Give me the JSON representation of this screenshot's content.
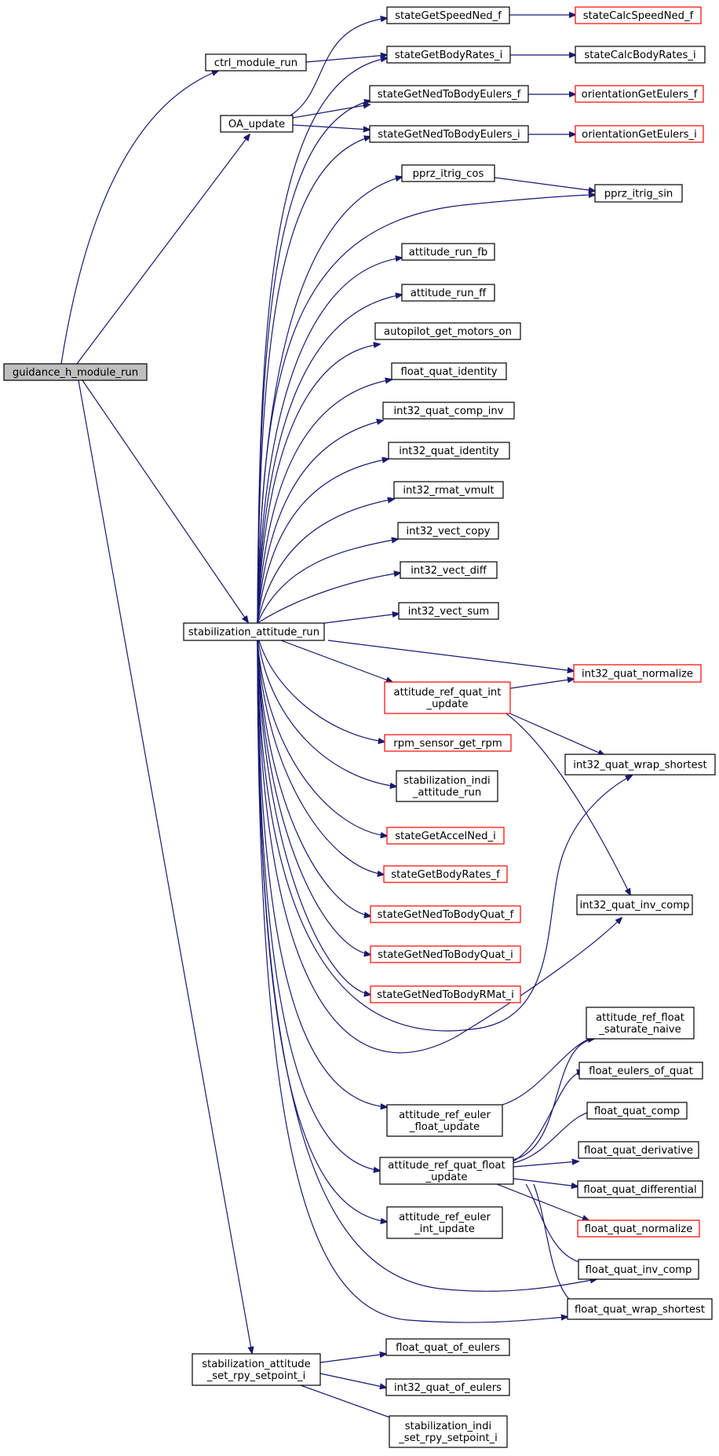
{
  "colors": {
    "edge": "#191970",
    "border_normal": "#000000",
    "border_truncated": "#ff0000",
    "root_fill": "#bfbfbf",
    "node_fill": "#ffffff"
  },
  "nodes": [
    {
      "id": "root",
      "lines": [
        "guidance_h_module_run"
      ],
      "kind": "root"
    },
    {
      "id": "ctrl",
      "lines": [
        "ctrl_module_run"
      ],
      "kind": "normal"
    },
    {
      "id": "oa",
      "lines": [
        "OA_update"
      ],
      "kind": "normal"
    },
    {
      "id": "sar",
      "lines": [
        "stabilization_attitude_run"
      ],
      "kind": "normal"
    },
    {
      "id": "sasrs",
      "lines": [
        "stabilization_attitude",
        "_set_rpy_setpoint_i"
      ],
      "kind": "normal"
    },
    {
      "id": "gsn",
      "lines": [
        "stateGetSpeedNed_f"
      ],
      "kind": "normal"
    },
    {
      "id": "gbri",
      "lines": [
        "stateGetBodyRates_i"
      ],
      "kind": "normal"
    },
    {
      "id": "gnbef",
      "lines": [
        "stateGetNedToBodyEulers_f"
      ],
      "kind": "normal"
    },
    {
      "id": "gnbei",
      "lines": [
        "stateGetNedToBodyEulers_i"
      ],
      "kind": "normal"
    },
    {
      "id": "icos",
      "lines": [
        "pprz_itrig_cos"
      ],
      "kind": "normal"
    },
    {
      "id": "isin",
      "lines": [
        "pprz_itrig_sin"
      ],
      "kind": "normal"
    },
    {
      "id": "arfb",
      "lines": [
        "attitude_run_fb"
      ],
      "kind": "normal"
    },
    {
      "id": "arff",
      "lines": [
        "attitude_run_ff"
      ],
      "kind": "normal"
    },
    {
      "id": "agmo",
      "lines": [
        "autopilot_get_motors_on"
      ],
      "kind": "normal"
    },
    {
      "id": "fqid",
      "lines": [
        "float_quat_identity"
      ],
      "kind": "normal"
    },
    {
      "id": "iqci",
      "lines": [
        "int32_quat_comp_inv"
      ],
      "kind": "normal"
    },
    {
      "id": "iqid",
      "lines": [
        "int32_quat_identity"
      ],
      "kind": "normal"
    },
    {
      "id": "irvm",
      "lines": [
        "int32_rmat_vmult"
      ],
      "kind": "normal"
    },
    {
      "id": "ivc",
      "lines": [
        "int32_vect_copy"
      ],
      "kind": "normal"
    },
    {
      "id": "ivd",
      "lines": [
        "int32_vect_diff"
      ],
      "kind": "normal"
    },
    {
      "id": "ivs",
      "lines": [
        "int32_vect_sum"
      ],
      "kind": "normal"
    },
    {
      "id": "iqn",
      "lines": [
        "int32_quat_normalize"
      ],
      "kind": "truncated"
    },
    {
      "id": "arqi",
      "lines": [
        "attitude_ref_quat_int",
        "_update"
      ],
      "kind": "truncated"
    },
    {
      "id": "rpm",
      "lines": [
        "rpm_sensor_get_rpm"
      ],
      "kind": "truncated"
    },
    {
      "id": "sindi",
      "lines": [
        "stabilization_indi",
        "_attitude_run"
      ],
      "kind": "normal"
    },
    {
      "id": "gani",
      "lines": [
        "stateGetAccelNed_i"
      ],
      "kind": "truncated"
    },
    {
      "id": "gbrf",
      "lines": [
        "stateGetBodyRates_f"
      ],
      "kind": "truncated"
    },
    {
      "id": "gnbqf",
      "lines": [
        "stateGetNedToBodyQuat_f"
      ],
      "kind": "truncated"
    },
    {
      "id": "gnbqi",
      "lines": [
        "stateGetNedToBodyQuat_i"
      ],
      "kind": "truncated"
    },
    {
      "id": "gnbri",
      "lines": [
        "stateGetNedToBodyRMat_i"
      ],
      "kind": "truncated"
    },
    {
      "id": "aref",
      "lines": [
        "attitude_ref_euler",
        "_float_update"
      ],
      "kind": "normal"
    },
    {
      "id": "arqf",
      "lines": [
        "attitude_ref_quat_float",
        "_update"
      ],
      "kind": "normal"
    },
    {
      "id": "arei",
      "lines": [
        "attitude_ref_euler",
        "_int_update"
      ],
      "kind": "normal"
    },
    {
      "id": "fqoe",
      "lines": [
        "float_quat_of_eulers"
      ],
      "kind": "normal"
    },
    {
      "id": "iqoe",
      "lines": [
        "int32_quat_of_eulers"
      ],
      "kind": "normal"
    },
    {
      "id": "sindis",
      "lines": [
        "stabilization_indi",
        "_set_rpy_setpoint_i"
      ],
      "kind": "normal"
    },
    {
      "id": "csn",
      "lines": [
        "stateCalcSpeedNed_f"
      ],
      "kind": "truncated"
    },
    {
      "id": "cbri",
      "lines": [
        "stateCalcBodyRates_i"
      ],
      "kind": "normal"
    },
    {
      "id": "oef",
      "lines": [
        "orientationGetEulers_f"
      ],
      "kind": "truncated"
    },
    {
      "id": "oei",
      "lines": [
        "orientationGetEulers_i"
      ],
      "kind": "truncated"
    },
    {
      "id": "iqws",
      "lines": [
        "int32_quat_wrap_shortest"
      ],
      "kind": "normal"
    },
    {
      "id": "iqic",
      "lines": [
        "int32_quat_inv_comp"
      ],
      "kind": "normal"
    },
    {
      "id": "arfs",
      "lines": [
        "attitude_ref_float",
        "_saturate_naive"
      ],
      "kind": "normal"
    },
    {
      "id": "feoq",
      "lines": [
        "float_eulers_of_quat"
      ],
      "kind": "normal"
    },
    {
      "id": "fqc",
      "lines": [
        "float_quat_comp"
      ],
      "kind": "normal"
    },
    {
      "id": "fqd",
      "lines": [
        "float_quat_derivative"
      ],
      "kind": "normal"
    },
    {
      "id": "fqdiff",
      "lines": [
        "float_quat_differential"
      ],
      "kind": "normal"
    },
    {
      "id": "fqn",
      "lines": [
        "float_quat_normalize"
      ],
      "kind": "truncated"
    },
    {
      "id": "fqic",
      "lines": [
        "float_quat_inv_comp"
      ],
      "kind": "normal"
    },
    {
      "id": "fqws",
      "lines": [
        "float_quat_wrap_shortest"
      ],
      "kind": "normal"
    }
  ]
}
